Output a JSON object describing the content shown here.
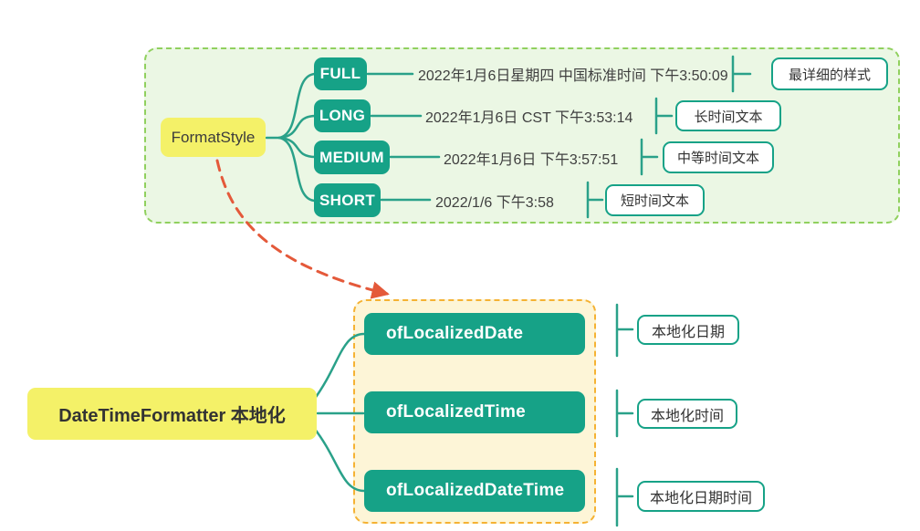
{
  "format_style": {
    "root": "FormatStyle",
    "branches": [
      {
        "name": "FULL",
        "example": "2022年1月6日星期四 中国标准时间 下午3:50:09",
        "note": "最详细的样式"
      },
      {
        "name": "LONG",
        "example": "2022年1月6日 CST 下午3:53:14",
        "note": "长时间文本"
      },
      {
        "name": "MEDIUM",
        "example": "2022年1月6日 下午3:57:51",
        "note": "中等时间文本"
      },
      {
        "name": "SHORT",
        "example": "2022/1/6 下午3:58",
        "note": "短时间文本"
      }
    ]
  },
  "localized": {
    "root": "DateTimeFormatter 本地化",
    "branches": [
      {
        "name": "ofLocalizedDate",
        "note": "本地化日期"
      },
      {
        "name": "ofLocalizedTime",
        "note": "本地化时间"
      },
      {
        "name": "ofLocalizedDateTime",
        "note": "本地化日期时间"
      }
    ]
  },
  "colors": {
    "teal": "#16a287",
    "node_yellow": "#f4f168",
    "green_panel_bg": "#ebf7e4",
    "green_panel_border": "#90d05e",
    "yellow_panel_bg": "#fdf5d7",
    "yellow_panel_border": "#f5b233",
    "arrow_orange": "#e4593a",
    "text_dark": "#3c3c3c"
  }
}
